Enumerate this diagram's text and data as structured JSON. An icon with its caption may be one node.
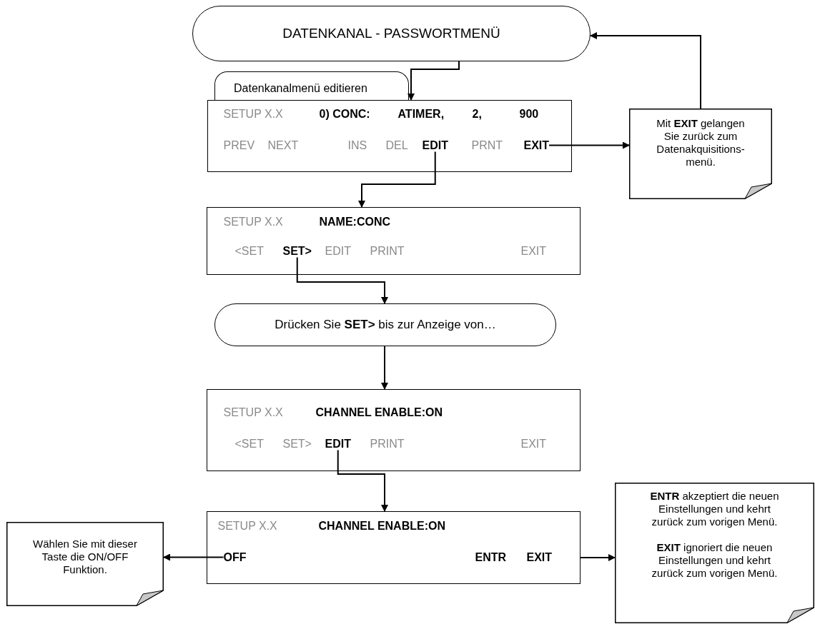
{
  "diagram": {
    "nodes": [
      {
        "text": [
          "DATENKANAL - PASSWORTMENÜ"
        ]
      },
      {
        "text": [
          "Datenkanalmenü editieren"
        ]
      },
      {
        "text": [
          "SETUP X.X",
          "0) CONC:",
          "ATIMER,",
          "2,",
          "900",
          "PREV",
          "NEXT",
          "INS",
          "DEL",
          "PRNT"
        ]
      },
      {
        "text": [
          "EDIT"
        ],
        "in": 2
      },
      {
        "text": [
          "EXIT"
        ],
        "in": 2
      },
      {
        "text": [
          "Mit **EXIT** gelangen Sie zurück zum Datenakquisitions-menü."
        ]
      },
      {
        "text": [
          "SETUP X.X",
          "NAME:CONC",
          "<SET",
          "EDIT",
          "PRINT",
          "EXIT"
        ]
      },
      {
        "text": [
          "SET>"
        ],
        "in": 6
      },
      {
        "text": [
          "Drücken Sie **SET>** bis zur Anzeige von…"
        ]
      },
      {
        "text": [
          "SETUP X.X",
          "CHANNEL ENABLE:ON",
          "<SET",
          "SET>",
          "PRINT",
          "EXIT"
        ]
      },
      {
        "text": [
          "EDIT"
        ],
        "in": 9
      },
      {
        "text": [
          "SETUP X.X",
          "CHANNEL ENABLE:ON",
          "ENTR",
          "EXIT"
        ]
      },
      {
        "text": [
          "OFF"
        ],
        "in": 11
      },
      {
        "text": [
          "Wählen Sie mit dieser Taste die ON/OFF Funktion."
        ]
      },
      {
        "text": [
          "**ENTR** akzeptiert die neuen Einstellungen und kehrt zurück zum vorigen Menü.",
          "**EXIT** ignoriert die neuen Einstellungen und kehrt zurück zum vorigen Menü."
        ]
      }
    ],
    "edges": [
      {
        "from": 0,
        "to": 2,
        "arrow": "to"
      },
      {
        "from": 4,
        "to": 5,
        "arrow": "to"
      },
      {
        "from": 5,
        "to": 0,
        "arrow": "to"
      },
      {
        "from": 3,
        "to": 6,
        "arrow": "to"
      },
      {
        "from": 7,
        "to": 8,
        "arrow": "to"
      },
      {
        "from": 8,
        "to": 9,
        "arrow": "to"
      },
      {
        "from": 10,
        "to": 11,
        "arrow": "to"
      },
      {
        "from": 12,
        "to": 13,
        "arrow": "to"
      },
      {
        "from": 11,
        "to": 14,
        "arrow": "to"
      }
    ]
  }
}
